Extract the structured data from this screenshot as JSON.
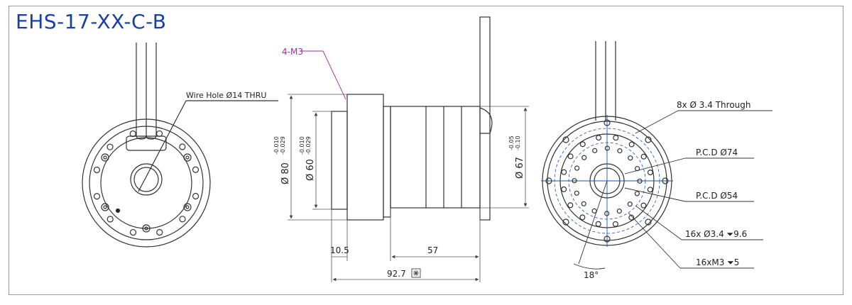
{
  "title": "EHS-17-XX-C-B",
  "colors": {
    "title": "#1a3ea8",
    "line": "#333333",
    "dim": "#444444",
    "centerline": "#1a4fb8",
    "callout": "#9b2f9b"
  },
  "front_view": {
    "wire_hole_label": "Wire Hole Ø14 THRU"
  },
  "side_view": {
    "callout": "4-M3",
    "dia80": {
      "label": "Ø 80",
      "tol_upper": "-0.010",
      "tol_lower": "-0.029"
    },
    "dia60": {
      "label": "Ø 60",
      "tol_upper": "-0.010",
      "tol_lower": "-0.029"
    },
    "dia67": {
      "label": "Ø 67",
      "tol_upper": "-0.05",
      "tol_lower": "-0.10"
    },
    "len_10_5": "10.5",
    "len_57": "57",
    "len_92_7": "92.7"
  },
  "back_view": {
    "through_holes": "8x  Ø 3.4 Through",
    "pcd74": "P.C.D  Ø74",
    "pcd54": "P.C.D  Ø54",
    "holes16": "16x Ø3.4 ⏷9.6",
    "taps16": "16xM3 ⏷5",
    "angle": "18°"
  }
}
